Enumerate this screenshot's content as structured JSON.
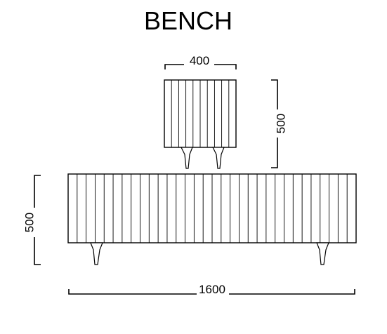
{
  "title": "BENCH",
  "dimensions": {
    "side_width": "400",
    "side_height": "500",
    "front_height": "500",
    "front_length": "1600"
  }
}
